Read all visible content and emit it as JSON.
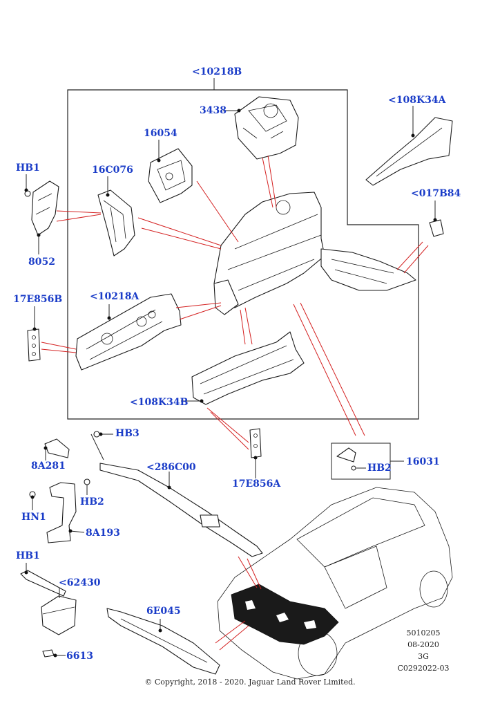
{
  "labels": {
    "l10218B": "<10218B",
    "l3438": "3438",
    "l108K34A": "<108K34A",
    "l16054": "16054",
    "lHB1a": "HB1",
    "l16C076": "16C076",
    "l017B84": "<017B84",
    "l8052": "8052",
    "l17E856B": "17E856B",
    "l10218A": "<10218A",
    "l108K34B": "<108K34B",
    "lHB3": "HB3",
    "l8A281": "8A281",
    "l286C00": "<286C00",
    "l17E856A": "17E856A",
    "l16031": "16031",
    "lHB2a": "HB2",
    "lHB2b": "HB2",
    "lHN1": "HN1",
    "l8A193": "8A193",
    "lHB1b": "HB1",
    "l62430": "<62430",
    "l6E045": "6E045",
    "l6613": "6613"
  },
  "meta": {
    "line1": "5010205",
    "line2": "08-2020",
    "line3": "3G",
    "line4": "C0292022-03"
  },
  "copyright": "© Copyright, 2018 - 2020. Jaguar Land Rover Limited.",
  "colors": {
    "callout": "#1a3cc8",
    "leader": "#d42020"
  }
}
